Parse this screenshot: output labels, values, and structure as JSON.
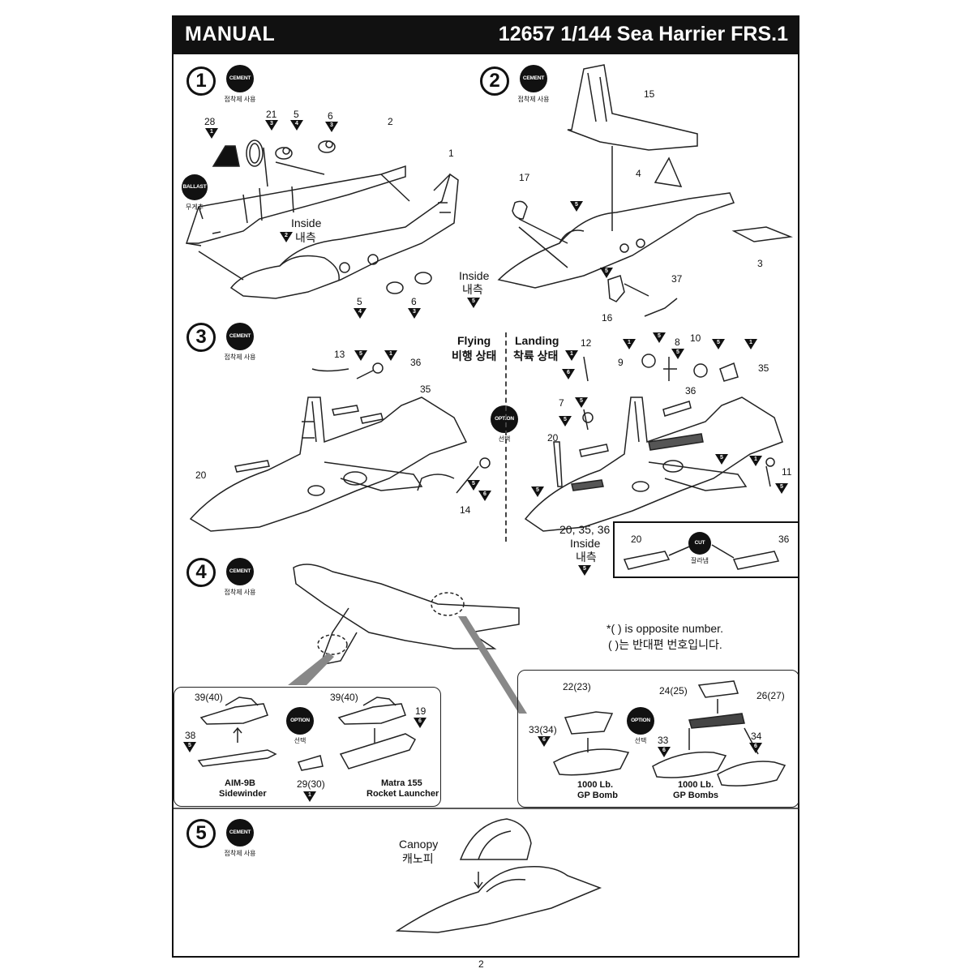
{
  "header": {
    "title": "MANUAL",
    "product": "12657 1/144 Sea Harrier FRS.1"
  },
  "badges": {
    "cement": "CEMENT",
    "cement_caption": "접착제 사용",
    "ballast": "BALLAST",
    "ballast_caption": "무게추",
    "option": "OPTION",
    "option_caption": "선택",
    "cut": "CUT",
    "cut_caption": "잘라냄"
  },
  "steps": [
    "1",
    "2",
    "3",
    "4",
    "5"
  ],
  "step1": {
    "parts": [
      "28",
      "21",
      "5",
      "6",
      "2",
      "1",
      "5",
      "6"
    ],
    "colors": [
      "1",
      "3",
      "4",
      "3",
      "4",
      "3"
    ],
    "inside": "Inside",
    "inside_kr": "내측",
    "inside_color": "2"
  },
  "step2": {
    "parts": [
      "15",
      "17",
      "4",
      "3",
      "37",
      "16"
    ],
    "inside": "Inside",
    "inside_kr": "내측",
    "colors": [
      "5",
      "5",
      "5"
    ]
  },
  "step3": {
    "flying": "Flying",
    "flying_kr": "비행 상태",
    "landing": "Landing",
    "landing_kr": "착륙 상태",
    "flying_parts": [
      "13",
      "36",
      "35",
      "20",
      "14"
    ],
    "landing_parts": [
      "12",
      "8",
      "10",
      "9",
      "35",
      "7",
      "36",
      "20",
      "11"
    ],
    "colors": [
      "5",
      "1",
      "5",
      "6",
      "1",
      "6",
      "1",
      "5",
      "5",
      "5",
      "1",
      "5",
      "5",
      "5",
      "5",
      "1",
      "5"
    ],
    "inside_note": "20, 35, 36",
    "inside": "Inside",
    "inside_kr": "내측",
    "inside_color": "5",
    "cut_parts": [
      "20",
      "36"
    ]
  },
  "step4": {
    "note_en": "*(     ) is opposite number.",
    "note_kr": "(     )는 반대편 번호입니다.",
    "left": {
      "parts": [
        "39(40)",
        "38",
        "39(40)",
        "19",
        "29(30)"
      ],
      "colors": [
        "5",
        "6",
        "1"
      ],
      "aim_name": "AIM-9B",
      "aim_name2": "Sidewinder",
      "matra_name": "Matra 155",
      "matra_name2": "Rocket Launcher"
    },
    "right": {
      "parts": [
        "22(23)",
        "33(34)",
        "24(25)",
        "26(27)",
        "33",
        "34"
      ],
      "colors": [
        "6",
        "6",
        "6"
      ],
      "bomb1": "1000 Lb.",
      "bomb1b": "GP Bomb",
      "bomb2": "1000 Lb.",
      "bomb2b": "GP Bombs"
    }
  },
  "step5": {
    "canopy": "Canopy",
    "canopy_kr": "캐노피"
  },
  "page_number": "2"
}
